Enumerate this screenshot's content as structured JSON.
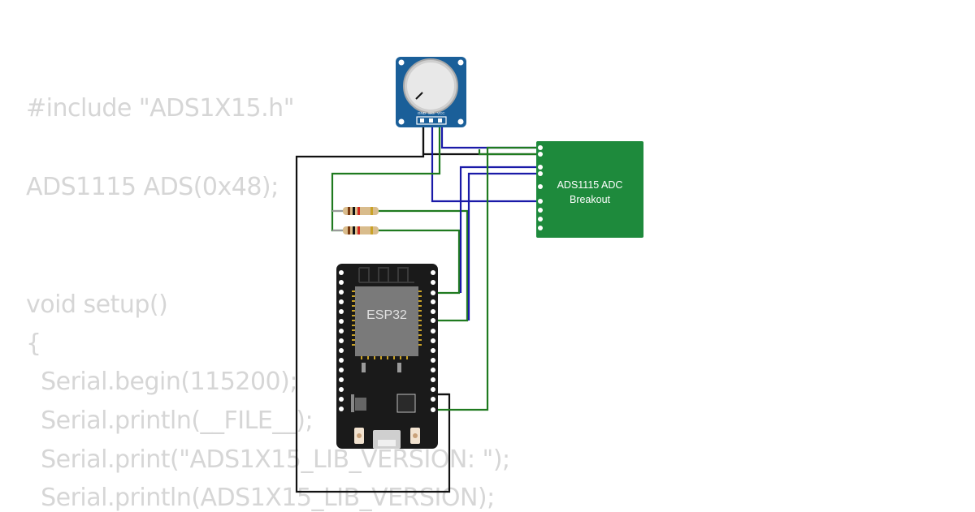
{
  "code": {
    "lines": [
      "#include \"ADS1X15.h\"",
      "ADS1115 ADS(0x48);",
      "void setup()",
      "{",
      "  Serial.begin(115200);",
      "  Serial.println(__FILE__);",
      "  Serial.print(\"ADS1X15_LIB_VERSION: \");",
      "  Serial.println(ADS1X15_LIB_VERSION);"
    ]
  },
  "components": {
    "adc": {
      "label_line1": "ADS1115 ADC",
      "label_line2": "Breakout",
      "color": "#1e8a3c"
    },
    "esp32": {
      "label": "ESP32",
      "color": "#1a1a1a"
    },
    "potentiometer": {
      "pin_gnd": "GND",
      "pin_sig": "SIG",
      "pin_vcc": "VCC",
      "color": "#1a5f99"
    }
  },
  "wire_colors": {
    "green": "#1f7a1f",
    "blue": "#1a1aa8",
    "black": "#111111"
  }
}
